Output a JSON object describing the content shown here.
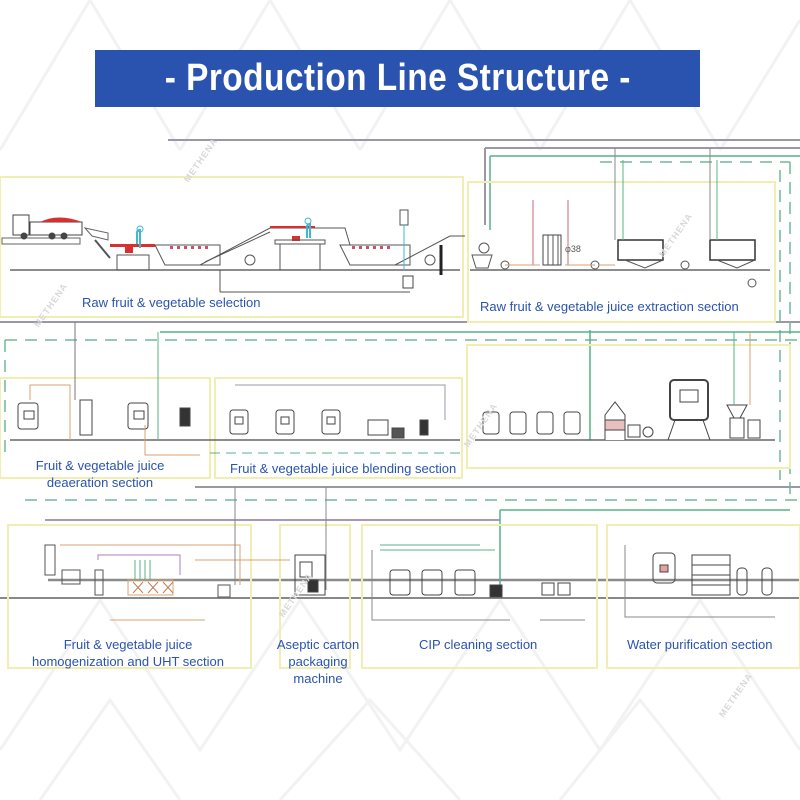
{
  "title": "- Production Line Structure -",
  "watermark": "METHENA",
  "colors": {
    "banner": "#2a53b0",
    "label_text": "#2a53b0",
    "section_border": "#f0eeb0",
    "pipe_gray": "#9a98a8",
    "pipe_green": "#58b088",
    "pipe_orange": "#d8a070",
    "pipe_purple": "#a880b8",
    "equipment": "#505050",
    "fruit_red": "#d83030",
    "worker_cyan": "#40b8d0"
  },
  "sections": [
    {
      "id": "selection",
      "label": "Raw fruit & vegetable selection"
    },
    {
      "id": "extraction",
      "label": "Raw fruit & vegetable juice extraction section"
    },
    {
      "id": "deaeration",
      "label_line1": "Fruit & vegetable juice",
      "label_line2": "deaeration section"
    },
    {
      "id": "blending",
      "label": "Fruit & vegetable juice blending section"
    },
    {
      "id": "uht",
      "label_line1": "Fruit & vegetable juice",
      "label_line2": "homogenization and UHT section"
    },
    {
      "id": "packaging",
      "label_line1": "Aseptic carton",
      "label_line2": "packaging",
      "label_line3": "machine"
    },
    {
      "id": "cip",
      "label": "CIP cleaning section"
    },
    {
      "id": "water",
      "label": "Water purification section"
    }
  ]
}
